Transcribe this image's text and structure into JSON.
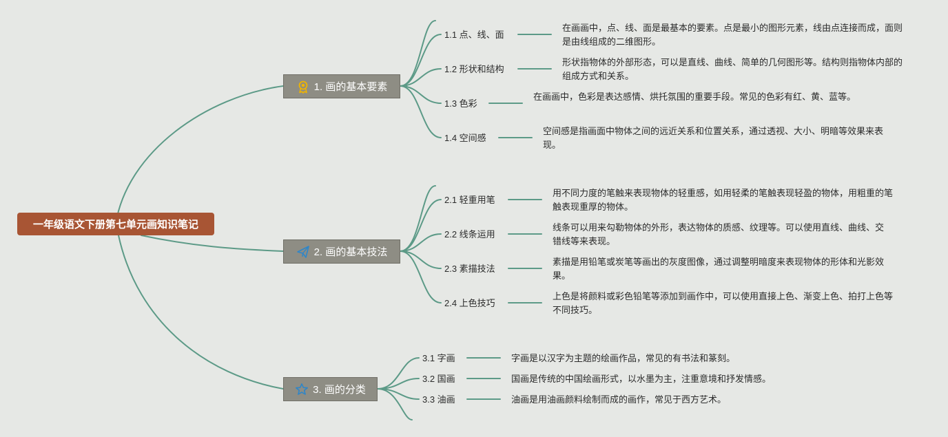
{
  "root": {
    "label": "一年级语文下册第七单元画知识笔记"
  },
  "topics": [
    {
      "icon": "ribbon-icon",
      "label": "1. 画的基本要素",
      "children": [
        {
          "label": "1.1 点、线、面",
          "desc": "在画画中，点、线、面是最基本的要素。点是最小的图形元素，线由点连接而成，面则是由线组成的二维图形。"
        },
        {
          "label": "1.2 形状和结构",
          "desc": "形状指物体的外部形态，可以是直线、曲线、简单的几何图形等。结构则指物体内部的组成方式和关系。"
        },
        {
          "label": "1.3 色彩",
          "desc": "在画画中，色彩是表达感情、烘托氛围的重要手段。常见的色彩有红、黄、蓝等。"
        },
        {
          "label": "1.4 空间感",
          "desc": "空间感是指画面中物体之间的远近关系和位置关系，通过透视、大小、明暗等效果来表现。"
        }
      ]
    },
    {
      "icon": "paper-plane-icon",
      "label": "2. 画的基本技法",
      "children": [
        {
          "label": "2.1 轻重用笔",
          "desc": "用不同力度的笔触来表现物体的轻重感，如用轻柔的笔触表现轻盈的物体，用粗重的笔触表现重厚的物体。"
        },
        {
          "label": "2.2 线条运用",
          "desc": "线条可以用来勾勒物体的外形，表达物体的质感、纹理等。可以使用直线、曲线、交错线等来表现。"
        },
        {
          "label": "2.3 素描技法",
          "desc": "素描是用铅笔或炭笔等画出的灰度图像，通过调整明暗度来表现物体的形体和光影效果。"
        },
        {
          "label": "2.4 上色技巧",
          "desc": "上色是将颜料或彩色铅笔等添加到画作中，可以使用直接上色、渐变上色、拍打上色等不同技巧。"
        }
      ]
    },
    {
      "icon": "star-icon",
      "label": "3. 画的分类",
      "children": [
        {
          "label": "3.1 字画",
          "desc": "字画是以汉字为主题的绘画作品，常见的有书法和篆刻。"
        },
        {
          "label": "3.2 国画",
          "desc": "国画是传统的中国绘画形式，以水墨为主，注重意境和抒发情感。"
        },
        {
          "label": "3.3 油画",
          "desc": "油画是用油画颜料绘制而成的画作，常见于西方艺术。"
        }
      ]
    }
  ],
  "colors": {
    "root": "#a85534",
    "topic": "#8e8d84",
    "line": "#5c9a87",
    "background": "#e6e8e5"
  }
}
